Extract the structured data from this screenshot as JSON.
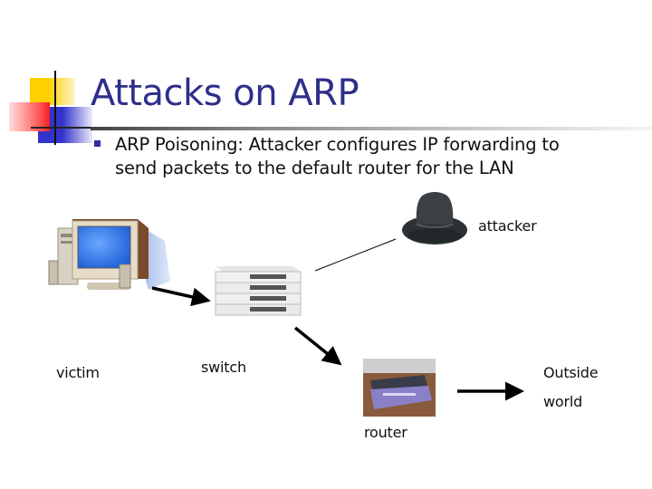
{
  "slide": {
    "title": "Attacks on ARP",
    "bullets": [
      {
        "line1": "ARP Poisoning: Attacker configures IP forwarding to",
        "line2": "send packets to the default router for the LAN"
      }
    ]
  },
  "diagram": {
    "nodes": {
      "victim": {
        "label": "victim",
        "icon": "desktop-computer-icon"
      },
      "switch": {
        "label": "switch",
        "icon": "network-switch-icon"
      },
      "attacker": {
        "label": "attacker",
        "icon": "cowboy-hat-icon"
      },
      "router": {
        "label": "router",
        "icon": "router-icon"
      },
      "outside": {
        "label_line1": "Outside",
        "label_line2": "world"
      }
    },
    "edges": [
      {
        "from": "victim",
        "to": "switch",
        "style": "arrow"
      },
      {
        "from": "switch",
        "to": "router",
        "style": "arrow"
      },
      {
        "from": "switch",
        "to": "attacker",
        "style": "line"
      },
      {
        "from": "router",
        "to": "outside",
        "style": "arrow"
      }
    ]
  },
  "colors": {
    "title": "#2e2e8a",
    "bullet": "#2e2ea0",
    "deco_yellow": "#ffd000",
    "deco_red": "#f02020",
    "deco_blue": "#3333cc"
  }
}
